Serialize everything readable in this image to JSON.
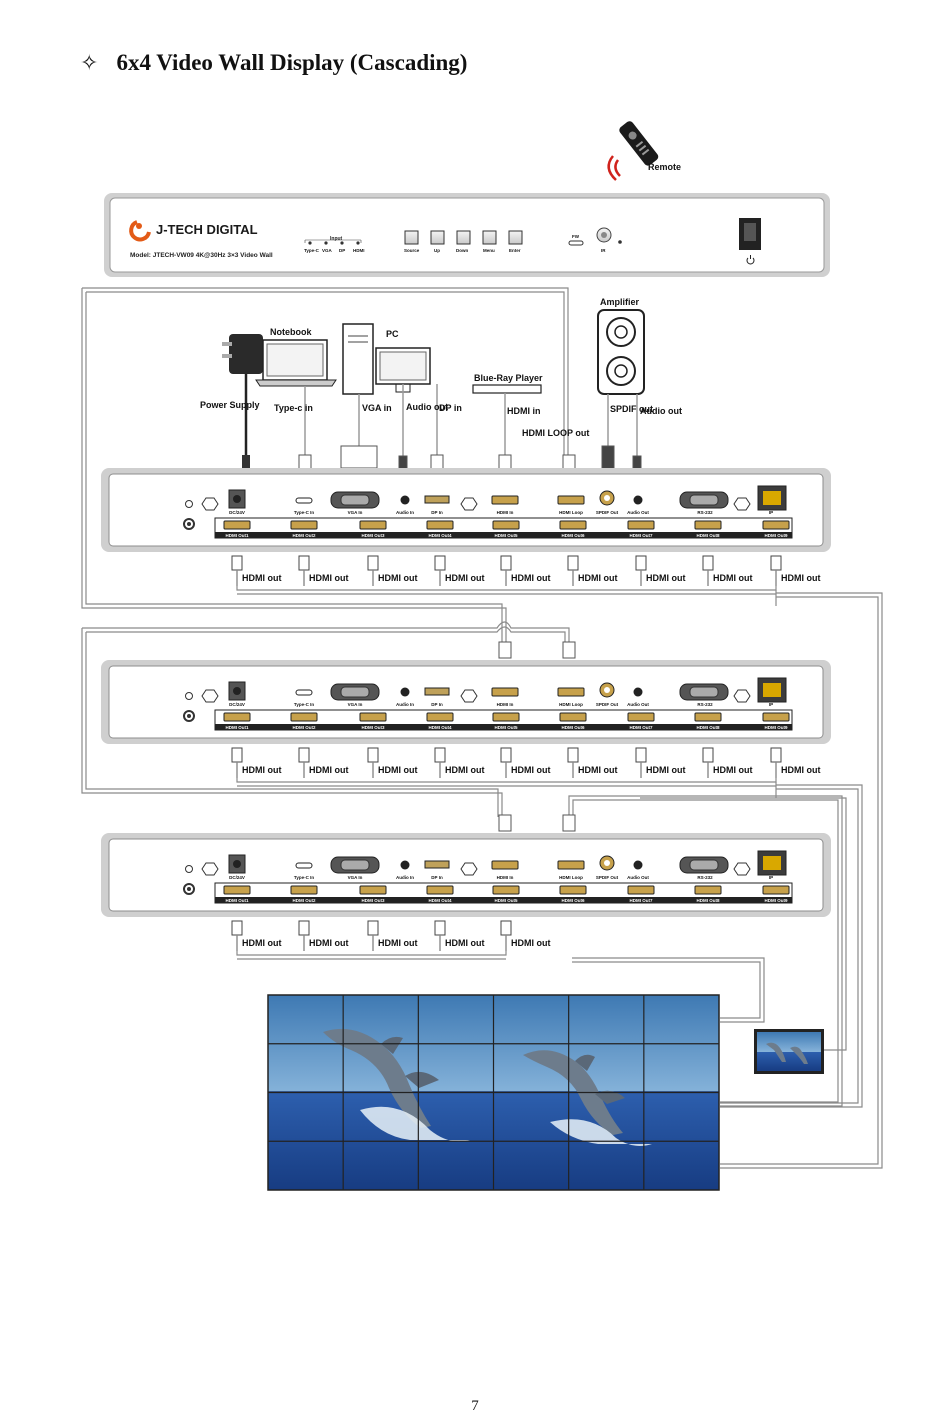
{
  "heading": {
    "symbol": "✧",
    "title": "6x4 Video Wall Display (Cascading)"
  },
  "page_number": "7",
  "remote_label": "Remote",
  "front_panel": {
    "brand": "J-TECH DIGITAL",
    "model": "Model: JTECH-VW09 4K@30Hz 3×3 Video Wall",
    "input_title": "Input",
    "input_leds": [
      "Type-C",
      "VGA",
      "DP",
      "HDMI"
    ],
    "buttons": [
      "Source",
      "Up",
      "Down",
      "Menu",
      "Enter"
    ],
    "fw_label": "FW",
    "ir_label": "IR"
  },
  "sources": {
    "power_supply": "Power Supply",
    "notebook": "Notebook",
    "pc": "PC",
    "blu_ray": "Blue-Ray Player",
    "amplifier": "Amplifier",
    "cable_type_c": "Type-c in",
    "cable_vga": "VGA in",
    "cable_audio_out": "Audio out",
    "cable_dp": "DP in",
    "cable_hdmi_in": "HDMI in",
    "cable_hdmi_loop": "HDMI LOOP out",
    "cable_spdif": "SPDIF out",
    "cable_audio_out_amp": "Audio out"
  },
  "rear_panel": {
    "ports_top": [
      "DC/24V",
      "Type-C In",
      "VGA In",
      "Audio In",
      "DP In",
      "HDMI In",
      "HDMI Loop",
      "SPDIF Out",
      "Audio Out",
      "RS-232",
      "IP"
    ],
    "outputs": [
      "HDMI Out1",
      "HDMI Out2",
      "HDMI Out3",
      "HDMI Out4",
      "HDMI Out5",
      "HDMI Out6",
      "HDMI Out7",
      "HDMI Out8",
      "HDMI Out9"
    ]
  },
  "hdmi_out_label": "HDMI out",
  "colors": {
    "wall_sky": "#6f9fcc",
    "wall_sea": "#1f4f9a",
    "remote_red": "#d0221c",
    "brand_orange": "#e35b17"
  }
}
